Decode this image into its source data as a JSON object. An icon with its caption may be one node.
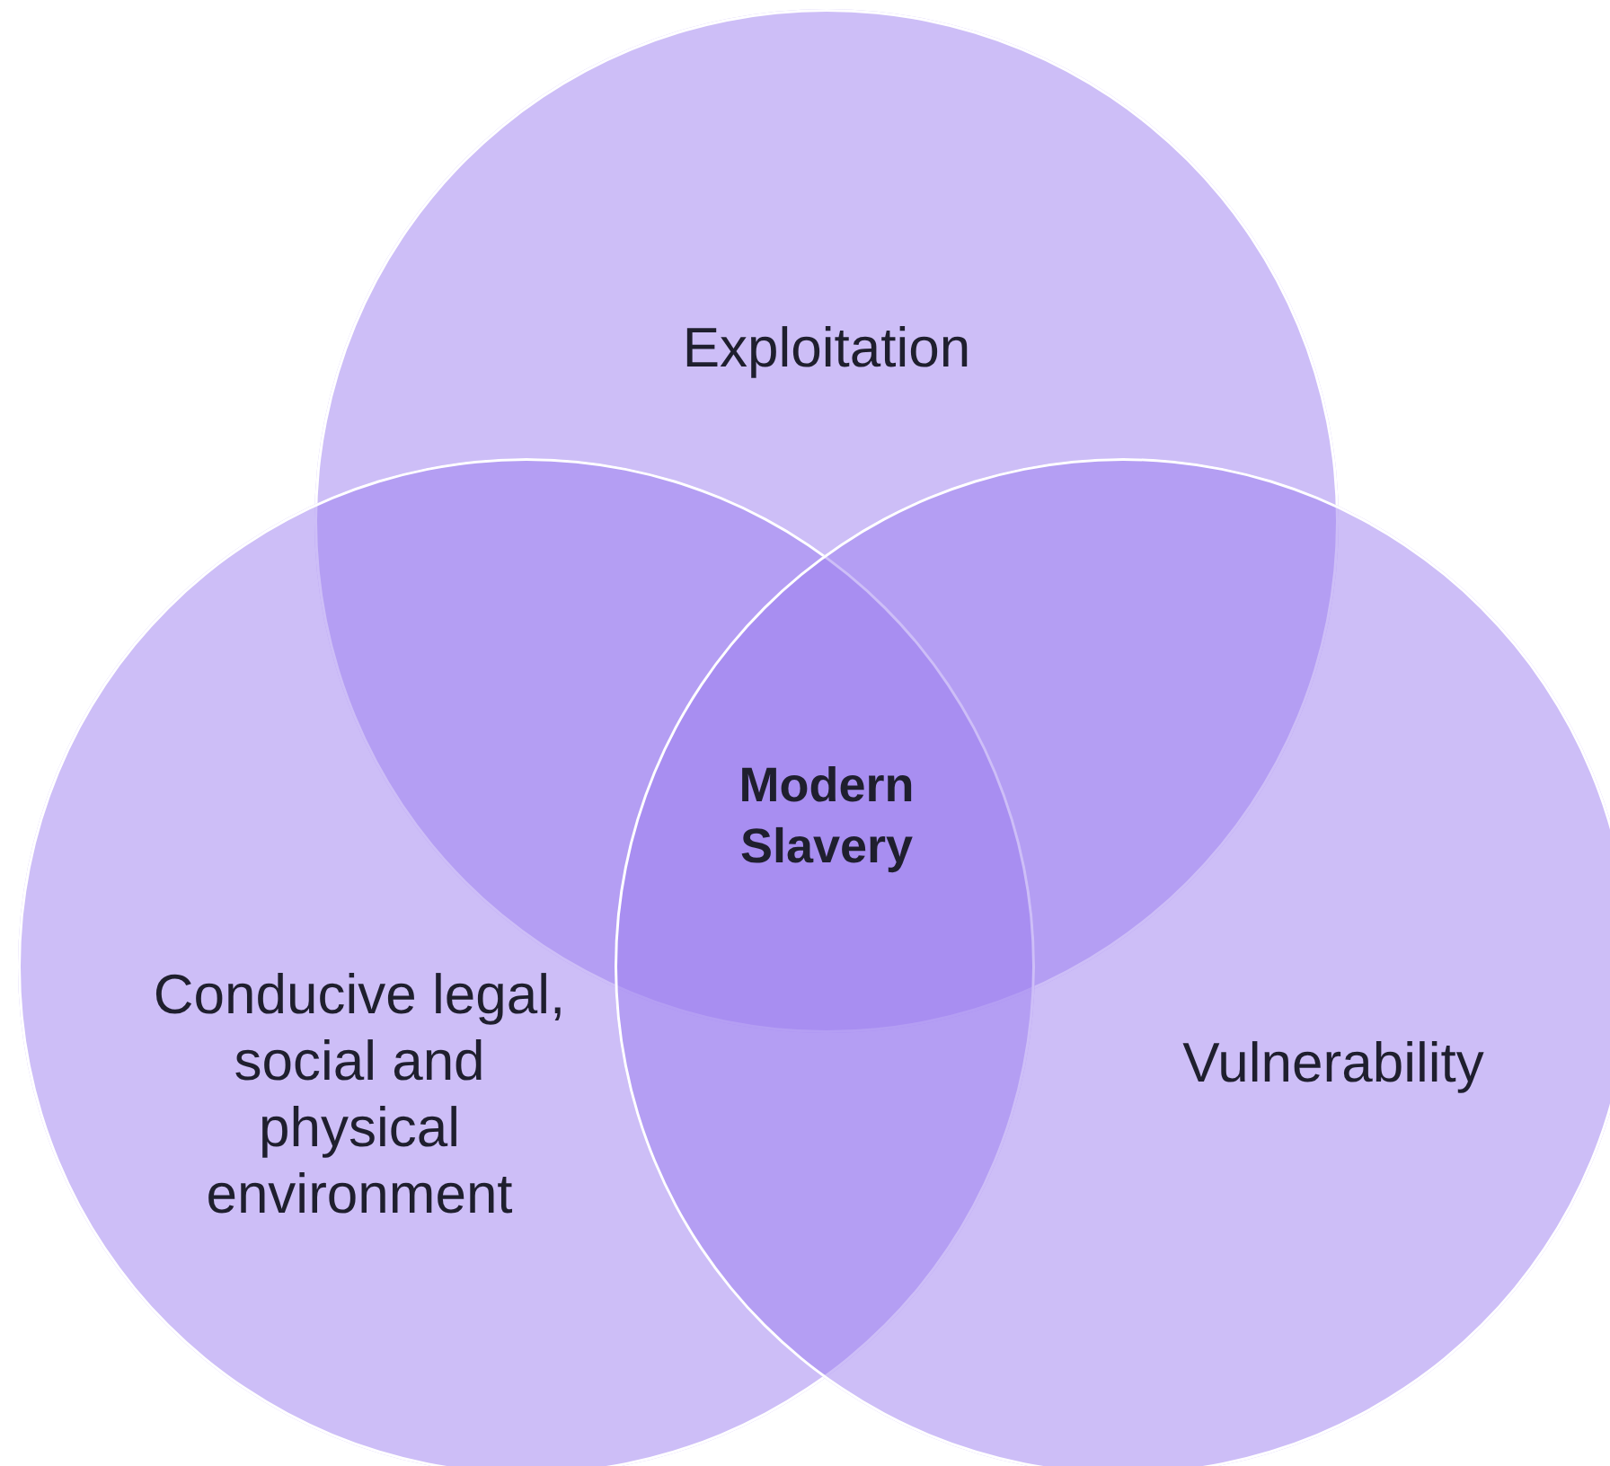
{
  "diagram": {
    "nodes": [
      {
        "text": [
          "Exploitation"
        ]
      },
      {
        "text": [
          "Conducive legal, social and physical environment"
        ]
      },
      {
        "text": [
          "Vulnerability"
        ]
      }
    ],
    "edges": [],
    "labels": [
      "Modern Slavery"
    ]
  }
}
